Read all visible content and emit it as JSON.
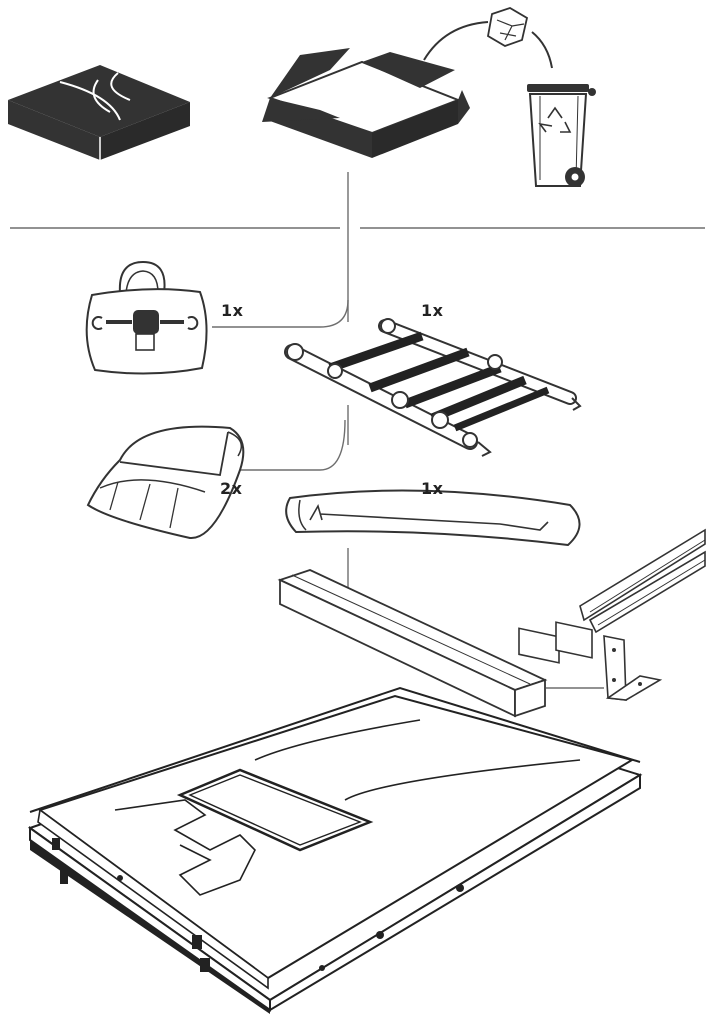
{
  "diagram": {
    "quantities": {
      "tool_bag": "1x",
      "ladder": "1x",
      "covers": "2x",
      "ladder_sleeve": "1x"
    },
    "colors": {
      "ink": "#2a2a2a",
      "line": "#6e6e6e",
      "fill_dark": "#333333",
      "fill_light": "#ffffff"
    },
    "icons": [
      "closed-box-icon",
      "open-box-icon",
      "crumpled-paper-icon",
      "recycle-bin-icon",
      "tool-bag-icon",
      "telescopic-ladder-icon",
      "cover-bag-icon",
      "ladder-sleeve-icon",
      "mounting-rail-box-icon",
      "mounting-rail-icon",
      "mounting-bracket-icon",
      "roof-tent-icon"
    ]
  }
}
